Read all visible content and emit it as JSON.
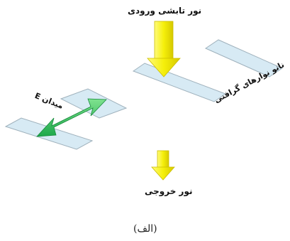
{
  "labels": {
    "incident_light": "نور تابشی ورودی",
    "output_light": "نور خروجی",
    "field": "میدان E",
    "nanoribbons": "نانو نوارهای گرافنی",
    "caption": "(الف)"
  },
  "colors": {
    "ribbon_fill": "#d7eaf4",
    "ribbon_edge": "#9fb1bc",
    "arrow_yellow": "#f5ef0a",
    "arrow_green": "#28c85a"
  }
}
